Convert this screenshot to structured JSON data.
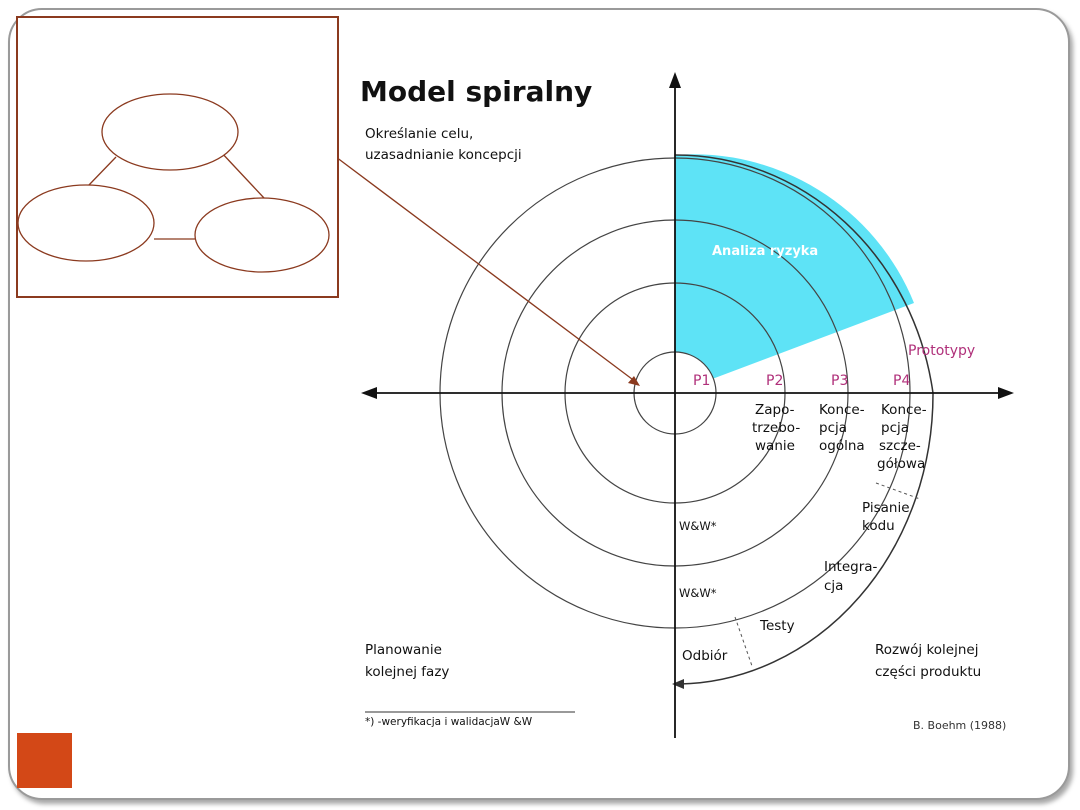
{
  "diagram": {
    "title": "Model spiralny",
    "goal_label_line1": "Określanie celu,",
    "goal_label_line2": "uzasadnianie koncepcji",
    "risk_label": "Analiza ryzyka",
    "prototypes_label": "Prototypy",
    "phases": [
      "P1",
      "P2",
      "P3",
      "P4"
    ],
    "req_label": [
      "Zapo-",
      "trzebo-",
      "wanie"
    ],
    "general_label": [
      "Konce-",
      "pcja",
      "ogólna"
    ],
    "detailed_label": [
      "Konce-",
      "pcja",
      "szcze-",
      "gółowa"
    ],
    "coding_label": [
      "Pisanie",
      "kodu"
    ],
    "integration_label": [
      "Integra-",
      "cja"
    ],
    "tests_label": "Testy",
    "acceptance_label": "Odbiór",
    "vv_label_1": "W&W*",
    "vv_label_2": "W&W*",
    "planning_label": [
      "Planowanie",
      "kolejnej fazy"
    ],
    "development_label": [
      "Rozwój kolejnej",
      "części produktu"
    ],
    "footnote": "*)  -weryfikacja i walidacjaW &W",
    "credit": "B. Boehm (1988)"
  },
  "colors": {
    "risk_fill": "#5ee3f6",
    "accent_square": "#d34817",
    "inset_border": "#8b3a1f",
    "prototype_text": "#b0307a"
  }
}
